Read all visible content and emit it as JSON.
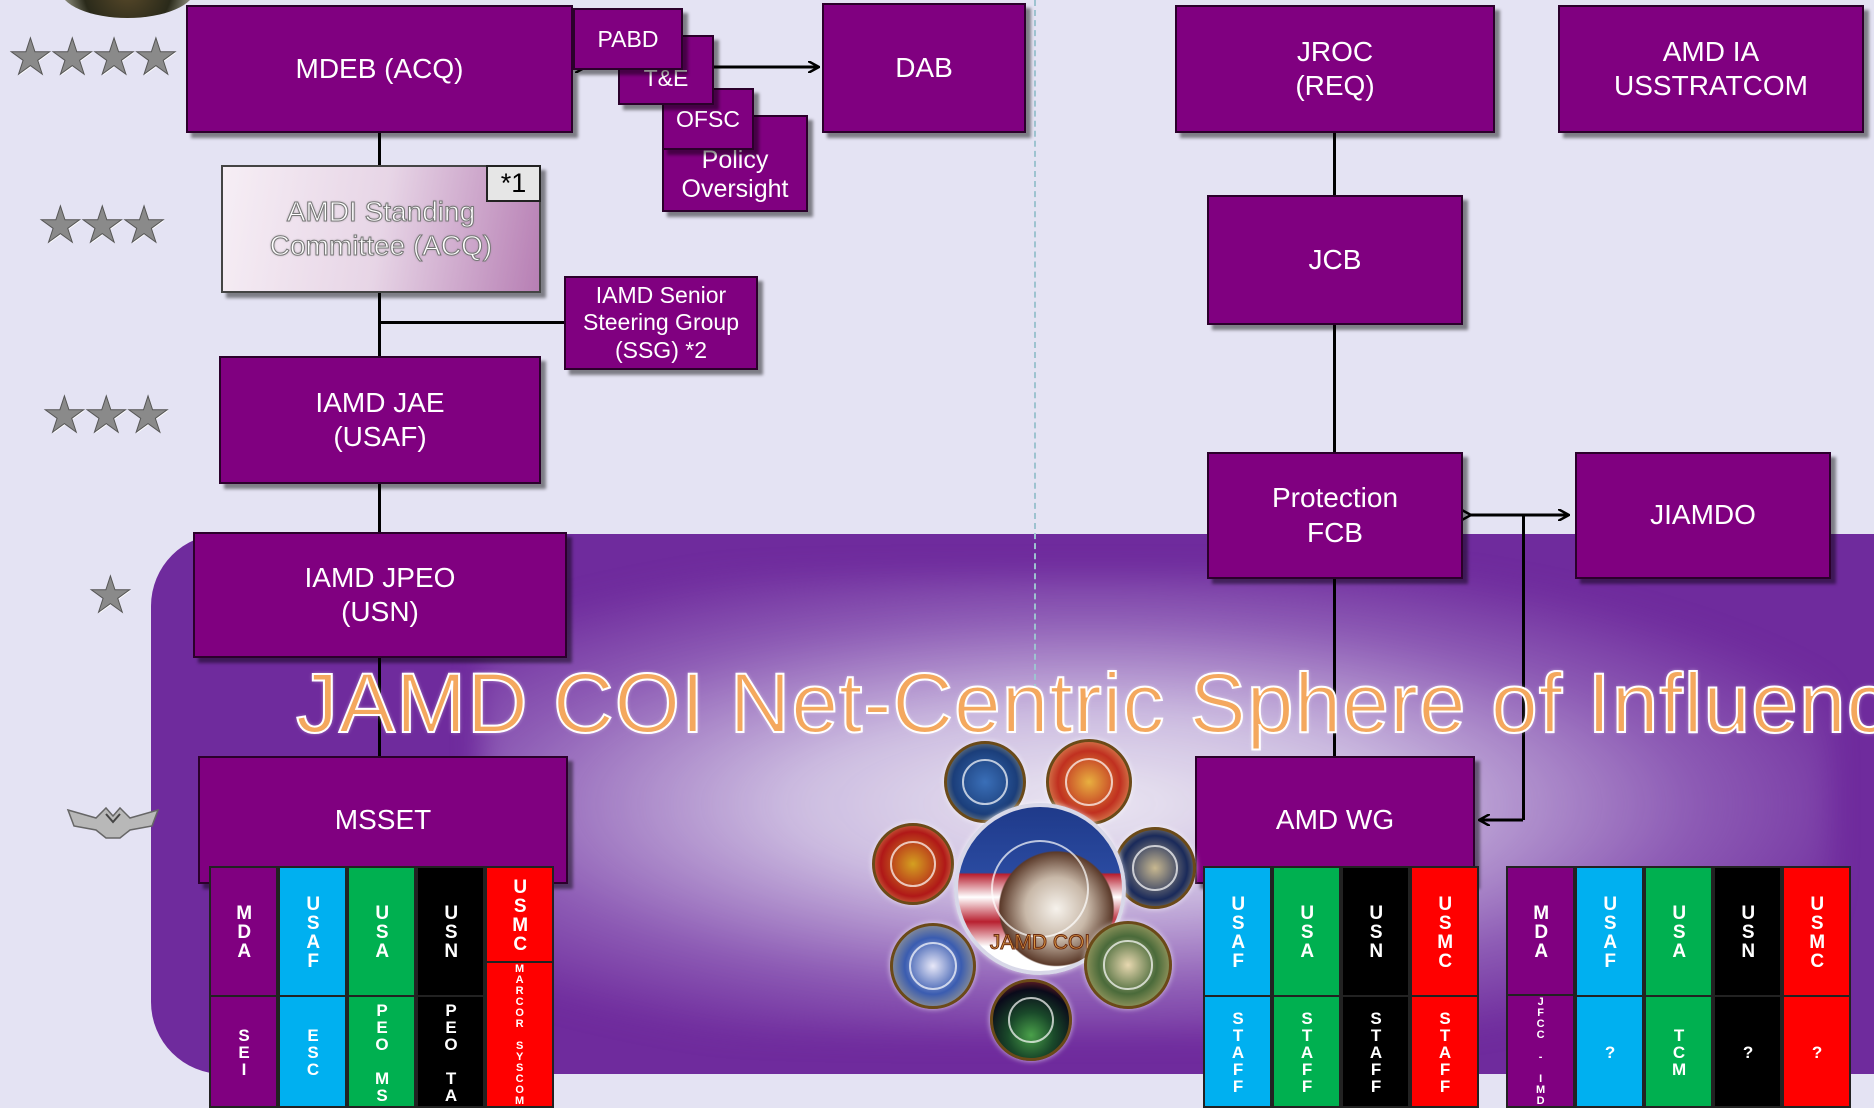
{
  "boxes": {
    "mdeb": "MDEB (ACQ)",
    "pabd": "PABD",
    "te": "T&E",
    "ofsc": "OFSC",
    "policy": "Policy\nOversight",
    "dab": "DAB",
    "jroc": "JROC\n(REQ)",
    "amdia": "AMD IA\nUSSTRATCOM",
    "amdi_standing": "AMDI Standing\nCommittee (ACQ)",
    "amdi_badge": "*1",
    "ssg": "IAMD Senior\nSteering Group\n(SSG) *2",
    "jcb": "JCB",
    "jae": "IAMD JAE\n(USAF)",
    "protection": "Protection\nFCB",
    "jiamdo": "JIAMDO",
    "jpeo": "IAMD JPEO\n(USN)",
    "msset": "MSSET",
    "amdwg": "AMD WG"
  },
  "band_title": "JAMD COI Net-Centric Sphere of Influence",
  "seal_center_label": "JAMD COI",
  "colors": {
    "purple": "#800080",
    "cyan": "#00b0f0",
    "green": "#00b050",
    "black": "#000000",
    "red": "#ff0000",
    "band": "#6f2b9d",
    "title_orange": "#f4a85e"
  },
  "columns_left": [
    {
      "top": "MDA",
      "bottom": "SEI",
      "color": "#800080"
    },
    {
      "top": "USAF",
      "bottom": "ESC",
      "color": "#00b0f0"
    },
    {
      "top": "USA",
      "bottom": "PEO MS",
      "color": "#00b050"
    },
    {
      "top": "USN",
      "bottom": "PEO TA",
      "color": "#000000"
    },
    {
      "top": "USMC",
      "bottom": "MARCOR SYSCOM",
      "color": "#ff0000"
    }
  ],
  "columns_mid": [
    {
      "top": "USAF",
      "bottom": "STAFF",
      "color": "#00b0f0"
    },
    {
      "top": "USA",
      "bottom": "STAFF",
      "color": "#00b050"
    },
    {
      "top": "USN",
      "bottom": "STAFF",
      "color": "#000000"
    },
    {
      "top": "USMC",
      "bottom": "STAFF",
      "color": "#ff0000"
    }
  ],
  "columns_right": [
    {
      "top": "MDA",
      "bottom": "JFCC - IMD",
      "color": "#800080"
    },
    {
      "top": "USAF",
      "bottom": "?",
      "color": "#00b0f0"
    },
    {
      "top": "USA",
      "bottom": "TCM",
      "color": "#00b050"
    },
    {
      "top": "USN",
      "bottom": "?",
      "color": "#000000"
    },
    {
      "top": "USMC",
      "bottom": "?",
      "color": "#ff0000"
    }
  ]
}
